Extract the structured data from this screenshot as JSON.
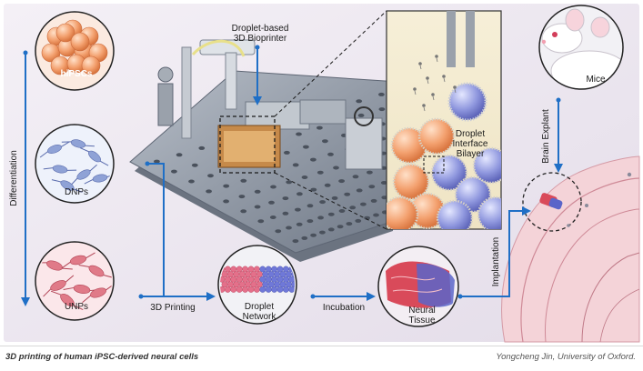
{
  "figure": {
    "nodes": {
      "hipscs": "hiPSCs",
      "dnps": "DNPs",
      "unps": "UNPs",
      "droplet_network": [
        "Droplet",
        "Network"
      ],
      "neural_tissue": [
        "Neural",
        "Tissue"
      ],
      "mice": "Mice",
      "bioprinter": [
        "Droplet-based",
        "3D Bioprinter"
      ],
      "bilayer": [
        "Droplet",
        "Interface",
        "Bilayer"
      ]
    },
    "edges": {
      "differentiation": "Differentiation",
      "printing": "3D Printing",
      "incubation": "Incubation",
      "implantation": "Implantation",
      "brain_explant": "Brain Explant"
    }
  },
  "caption": {
    "text": "3D printing of human iPSC-derived neural cells",
    "credit": "Yongcheng Jin, University of Oxford."
  },
  "colors": {
    "background": "#ede8f1",
    "arrow": "#1f6fc6",
    "cell_orange": "#f3a06e",
    "cell_blue": "#8f97de",
    "tissue_red": "#d94a5a",
    "platform": "#8d96a3"
  }
}
